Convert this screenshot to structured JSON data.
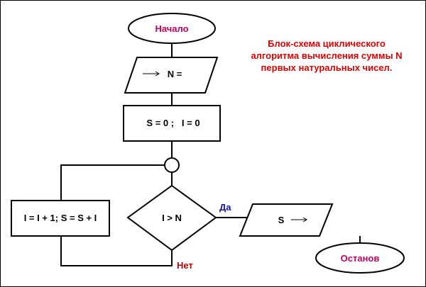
{
  "flowchart": {
    "start_label": "Начало",
    "input_text": "N =",
    "init_text": "S = 0 ;   I = 0",
    "loop_text": "I = I + 1; S = S + I",
    "condition_text": "I > N",
    "yes_label": "Да",
    "no_label": "Нет",
    "output_text": "S",
    "end_label": "Останов",
    "caption_lines": [
      "Блок-схема циклического",
      "алгоритма вычисления суммы N",
      "первых натуральных чисел."
    ]
  },
  "colors": {
    "start_text": "#c8005a",
    "caption_text": "#e00000",
    "yes_text": "#1010b0",
    "no_text": "#c00000",
    "lines": "#000000"
  }
}
